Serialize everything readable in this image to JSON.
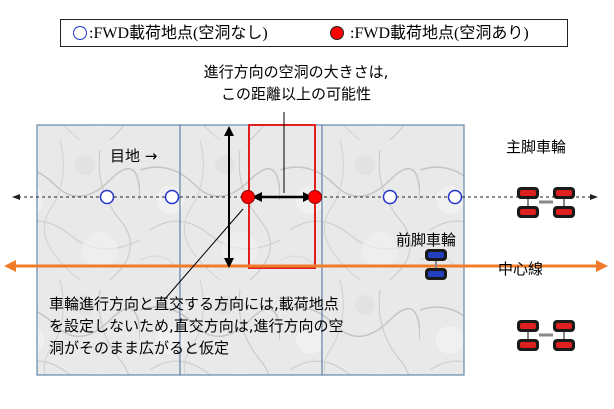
{
  "legend": {
    "open_label": ":FWD載荷地点(空洞なし)",
    "filled_label": ":FWD載荷地点(空洞あり)"
  },
  "annotations": {
    "cavity_size_line1": "進行方向の空洞の大きさは,",
    "cavity_size_line2": "この距離以上の可能性",
    "joint": "目地 →",
    "main_gear": "主脚車輪",
    "nose_gear": "前脚車輪",
    "center_line": "中心線",
    "note": "車輪進行方向と直交する方向には,載荷地点を設定しないため,直交方向は,進行方向の空洞がそのまま広がると仮定"
  },
  "colors": {
    "open_marker": "#2233cc",
    "filled_marker": "#ff0000",
    "cavity_rect": "#e02020",
    "center_line": "#f07c2a",
    "gear_body": "#1a1a1a",
    "gear_accent_main": "#e02020",
    "gear_accent_nose": "#2240c0",
    "slab_border": "#6688aa"
  },
  "icons": {
    "main_gear": "main-gear-icon",
    "nose_gear": "nose-gear-icon"
  }
}
